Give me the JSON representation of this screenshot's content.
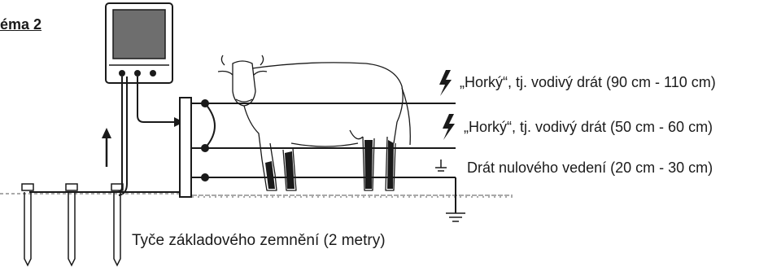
{
  "title": "éma 2",
  "wires": [
    {
      "label": "„Horký“, tj. vodivý drát (90 cm - 110 cm)",
      "symbol": "lightning-icon"
    },
    {
      "label": "„Horký“, tj. vodivý drát (50 cm - 60 cm)",
      "symbol": "lightning-icon"
    },
    {
      "label": "Drát nulového vedení (20 cm - 30 cm)",
      "symbol": "ground-icon"
    }
  ],
  "ground_rods_label": "Tyče základového zemnění (2 metry)",
  "colors": {
    "ink": "#1a1a1a",
    "device_screen": "#6e6e6e",
    "background": "#ffffff"
  }
}
